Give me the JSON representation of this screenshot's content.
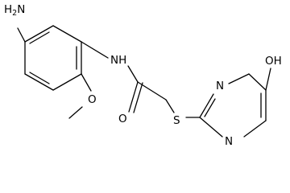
{
  "molecule": {
    "atoms": {
      "amino_group": "H2N",
      "amide_nitrogen": "NH",
      "carbonyl_oxygen": "O",
      "ether_oxygen": "O",
      "thioether_sulfur": "S",
      "ring_nitrogen_upper": "N",
      "ring_nitrogen_lower": "N",
      "hydroxyl_group": "OH"
    }
  }
}
